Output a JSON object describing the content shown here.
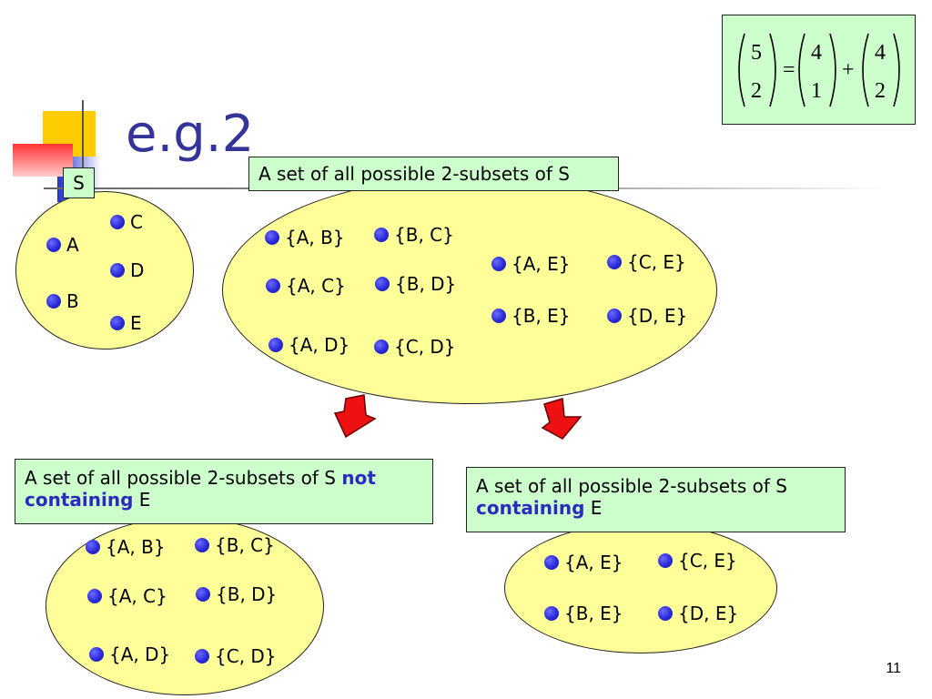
{
  "slide": {
    "title": "e.g.2",
    "page_number": "11"
  },
  "colors": {
    "title": "#333399",
    "box_bg": "#ccffcc",
    "ellipse_bg": "#ffff99",
    "dot": "#2a2ad8",
    "arrow": "#ee1111",
    "highlight_text": "#2b2bbf"
  },
  "formula": {
    "lhs_top": "5",
    "lhs_bottom": "2",
    "eq": "=",
    "a_top": "4",
    "a_bottom": "1",
    "plus": "+",
    "b_top": "4",
    "b_bottom": "2"
  },
  "set_s": {
    "label": "S",
    "items": [
      "A",
      "B",
      "C",
      "D",
      "E"
    ]
  },
  "all_subsets": {
    "label": "A set of all possible 2-subsets of S",
    "items": [
      "{A, B}",
      "{A, C}",
      "{A, D}",
      "{B, C}",
      "{B, D}",
      "{C, D}",
      "{A, E}",
      "{B, E}",
      "{C, E}",
      "{D, E}"
    ]
  },
  "not_containing": {
    "label_prefix": "A set of all possible 2-subsets of S ",
    "label_bold1": "not",
    "label_bold2": "containing",
    "label_suffix": " E",
    "items": [
      "{A, B}",
      "{A, C}",
      "{A, D}",
      "{B, C}",
      "{B, D}",
      "{C, D}"
    ]
  },
  "containing": {
    "label_prefix": "A set of all possible 2-subsets of S",
    "label_bold": "containing",
    "label_suffix": " E",
    "items": [
      "{A, E}",
      "{B, E}",
      "{C, E}",
      "{D, E}"
    ]
  }
}
